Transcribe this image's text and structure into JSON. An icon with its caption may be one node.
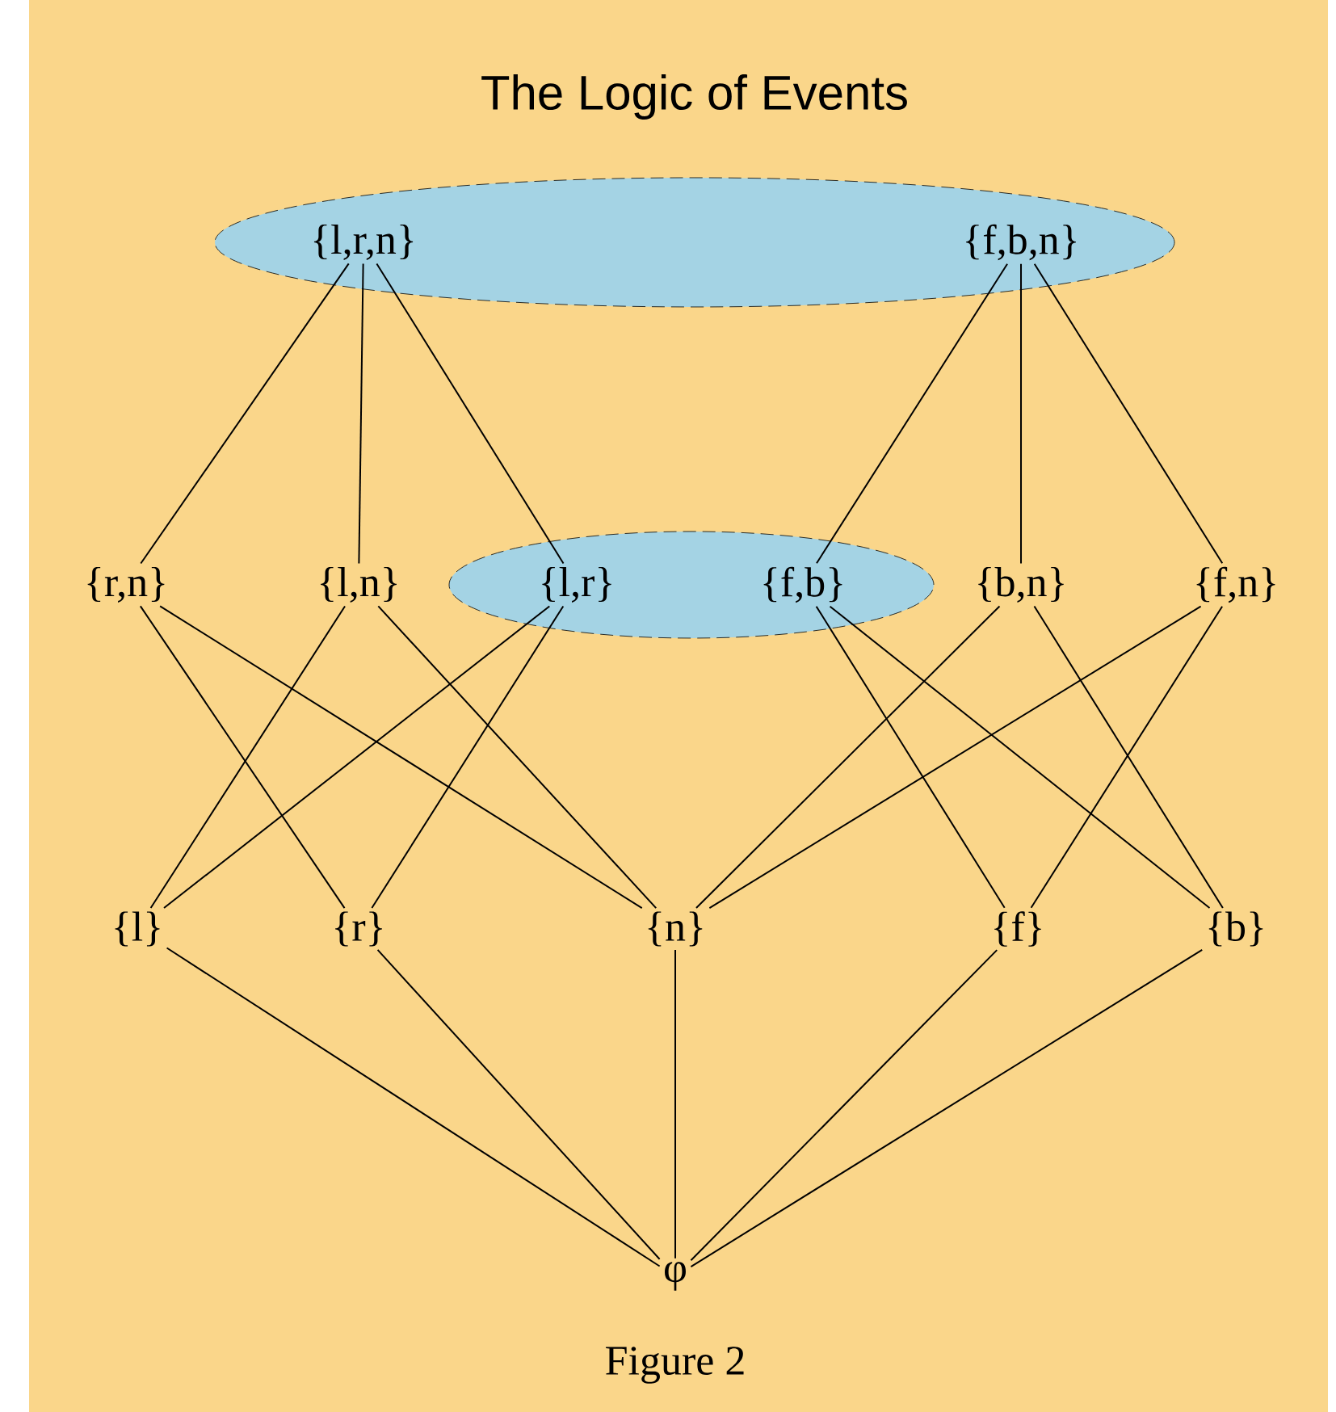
{
  "diagram": {
    "title": "The Logic of Events",
    "caption": "Figure 2",
    "nodes": [
      {
        "text": [],
        "shape": "ellipse"
      },
      {
        "text": [
          "{l,r,n}"
        ],
        "in": 0
      },
      {
        "text": [
          "{f,b,n}"
        ],
        "in": 0
      },
      {
        "text": [
          "{r,n}"
        ]
      },
      {
        "text": [
          "{l,n}"
        ]
      },
      {
        "text": [],
        "shape": "ellipse"
      },
      {
        "text": [
          "{l,r}"
        ],
        "in": 5
      },
      {
        "text": [
          "{f,b}"
        ],
        "in": 5
      },
      {
        "text": [
          "{b,n}"
        ]
      },
      {
        "text": [
          "{f,n}"
        ]
      },
      {
        "text": [
          "{l}"
        ]
      },
      {
        "text": [
          "{r}"
        ]
      },
      {
        "text": [
          "{n}"
        ]
      },
      {
        "text": [
          "{f}"
        ]
      },
      {
        "text": [
          "{b}"
        ]
      },
      {
        "text": [
          "φ"
        ]
      }
    ],
    "edges": [
      {
        "from": 1,
        "to": 3,
        "arrow": "none"
      },
      {
        "from": 1,
        "to": 4,
        "arrow": "none"
      },
      {
        "from": 1,
        "to": 6,
        "arrow": "none"
      },
      {
        "from": 2,
        "to": 7,
        "arrow": "none"
      },
      {
        "from": 2,
        "to": 8,
        "arrow": "none"
      },
      {
        "from": 2,
        "to": 9,
        "arrow": "none"
      },
      {
        "from": 3,
        "to": 11,
        "arrow": "none"
      },
      {
        "from": 3,
        "to": 12,
        "arrow": "none"
      },
      {
        "from": 4,
        "to": 10,
        "arrow": "none"
      },
      {
        "from": 4,
        "to": 12,
        "arrow": "none"
      },
      {
        "from": 6,
        "to": 10,
        "arrow": "none"
      },
      {
        "from": 6,
        "to": 11,
        "arrow": "none"
      },
      {
        "from": 7,
        "to": 13,
        "arrow": "none"
      },
      {
        "from": 7,
        "to": 14,
        "arrow": "none"
      },
      {
        "from": 8,
        "to": 12,
        "arrow": "none"
      },
      {
        "from": 8,
        "to": 14,
        "arrow": "none"
      },
      {
        "from": 9,
        "to": 12,
        "arrow": "none"
      },
      {
        "from": 9,
        "to": 13,
        "arrow": "none"
      },
      {
        "from": 10,
        "to": 15,
        "arrow": "none"
      },
      {
        "from": 11,
        "to": 15,
        "arrow": "none"
      },
      {
        "from": 12,
        "to": 15,
        "arrow": "none"
      },
      {
        "from": 13,
        "to": 15,
        "arrow": "none"
      },
      {
        "from": 14,
        "to": 15,
        "arrow": "none"
      }
    ]
  }
}
